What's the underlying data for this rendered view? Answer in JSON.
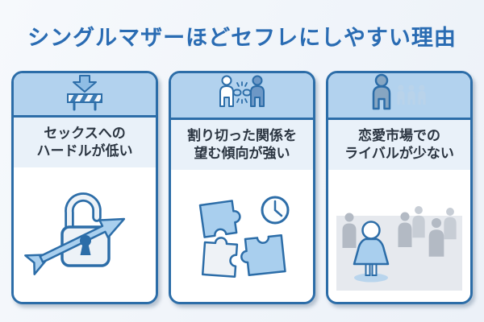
{
  "title": "シングルマザーほどセフレにしやすい理由",
  "colors": {
    "page_bg": "#f1f5fa",
    "title_text": "#2a6cb3",
    "card_border": "#2c6da8",
    "card_header_bg": "#b2d2ee",
    "card_label_bg": "#e9f1f9",
    "card_label_text": "#2b3541",
    "icon_fill_light": "#a9cfee",
    "figure_gray": "#b3bac4",
    "panel_gray": "#e6e9ee"
  },
  "cards": [
    {
      "icon": "lowered-barrier-icon",
      "label_line1": "セックスへの",
      "label_line2": "ハードルが低い",
      "illustration": "open-padlock-with-arrow"
    },
    {
      "icon": "breaking-link-between-people-icon",
      "label_line1": "割り切った関係を",
      "label_line2": "望む傾向が強い",
      "illustration": "puzzle-pieces-and-clock"
    },
    {
      "icon": "one-person-few-rivals-icon",
      "label_line1": "恋愛市場での",
      "label_line2": "ライバルが少ない",
      "illustration": "woman-standing-out-in-crowd"
    }
  ]
}
